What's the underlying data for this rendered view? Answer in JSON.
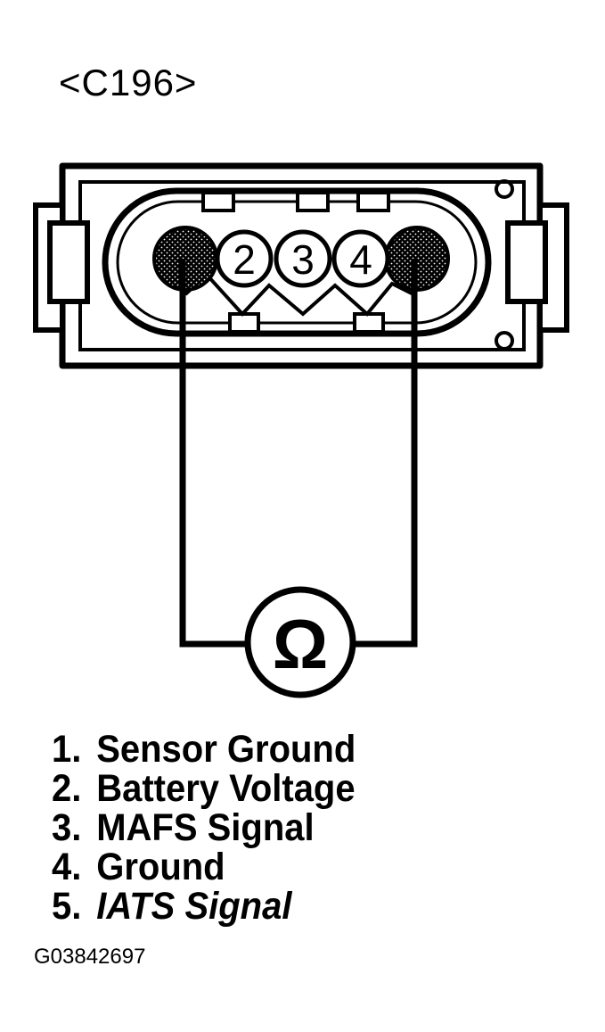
{
  "connector": {
    "id": "<C196>"
  },
  "pins": [
    {
      "label": "2"
    },
    {
      "label": "3"
    },
    {
      "label": "4"
    }
  ],
  "meter": {
    "symbol": "Ω",
    "icon": "ohmmeter-icon"
  },
  "legend": [
    {
      "num": "1.",
      "text": "Sensor Ground"
    },
    {
      "num": "2.",
      "text": "Battery Voltage"
    },
    {
      "num": "3.",
      "text": "MAFS Signal"
    },
    {
      "num": "4.",
      "text": "Ground"
    },
    {
      "num": "5.",
      "text": "IATS Signal"
    }
  ],
  "figure_code": "G03842697",
  "colors": {
    "ink": "#000000",
    "paper": "#ffffff"
  }
}
